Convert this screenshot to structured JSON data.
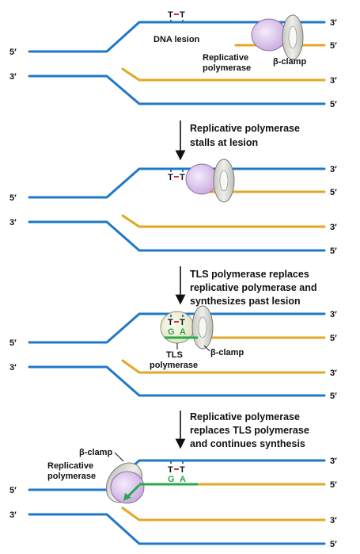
{
  "strand_ends": {
    "three_prime": "3′",
    "five_prime": "5′"
  },
  "lesion": {
    "base_left": "T",
    "base_right": "T",
    "label": "DNA lesion"
  },
  "inserted_bases": {
    "left": "G",
    "right": "A"
  },
  "labels": {
    "replicative_polymerase": [
      "Replicative",
      "polymerase"
    ],
    "beta_clamp": "β-clamp",
    "tls_polymerase": [
      "TLS",
      "polymerase"
    ]
  },
  "steps": [
    [
      "Replicative polymerase",
      "stalls at lesion"
    ],
    [
      "TLS polymerase replaces",
      "replicative polymerase and",
      "synthesizes past lesion"
    ],
    [
      "Replicative polymerase",
      "replaces TLS polymerase",
      "and continues synthesis"
    ]
  ],
  "colors": {
    "template_strand": "#1f78c8",
    "new_strand": "#e3a726",
    "tls_synthesis": "#2aa84a",
    "replicative_polymerase": "#d8c2e8",
    "tls_polymerase": "#eef0dc",
    "beta_clamp": "#d9d9d4",
    "lesion_bond": "#d62f2f"
  }
}
